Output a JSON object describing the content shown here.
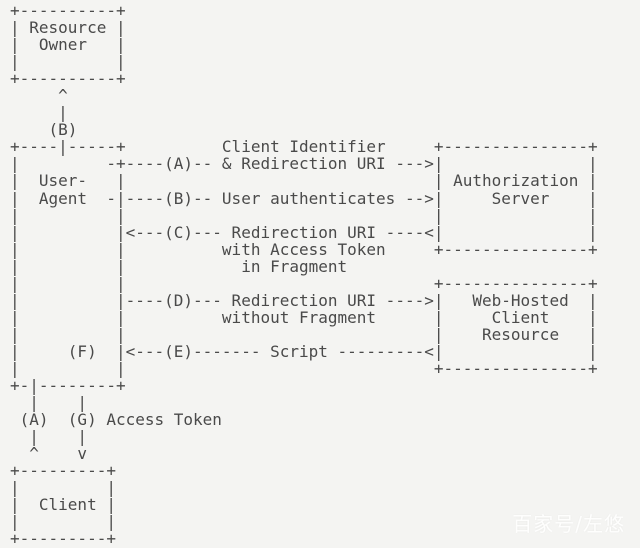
{
  "colors": {
    "background": "#f4f4f2",
    "text": "#4a4a4a",
    "watermark": "#ffffff"
  },
  "diagram": {
    "type": "ascii-flow",
    "entities": [
      "Resource Owner",
      "User-Agent",
      "Authorization Server",
      "Web-Hosted Client Resource",
      "Client"
    ],
    "flow_labels": [
      "(A) Client Identifier & Redirection URI",
      "(B) User authenticates",
      "(C) Redirection URI with Access Token in Fragment",
      "(D) Redirection URI without Fragment",
      "(E) Script",
      "(F)",
      "(G) Access Token"
    ],
    "lines": [
      "+----------+",
      "| Resource |",
      "|  Owner   |",
      "|          |",
      "+----------+",
      "     ^",
      "     |",
      "    (B)",
      "+----|-----+          Client Identifier     +---------------+",
      "|         -+----(A)-- & Redirection URI --->|               |",
      "|  User-   |                                | Authorization |",
      "|  Agent  -|----(B)-- User authenticates -->|     Server    |",
      "|          |                                |               |",
      "|          |<---(C)--- Redirection URI ----<|               |",
      "|          |          with Access Token     +---------------+",
      "|          |            in Fragment",
      "|          |                                +---------------+",
      "|          |----(D)--- Redirection URI ---->|   Web-Hosted  |",
      "|          |          without Fragment      |     Client    |",
      "|          |                                |    Resource   |",
      "|     (F)  |<---(E)------- Script ---------<|               |",
      "|          |                                +---------------+",
      "+-|--------+",
      "  |    |",
      " (A)  (G) Access Token",
      "  |    |",
      "  ^    v",
      "+---------+",
      "|         |",
      "|  Client |",
      "|         |",
      "+---------+"
    ]
  },
  "watermark": {
    "text": "百家号/左悠"
  }
}
